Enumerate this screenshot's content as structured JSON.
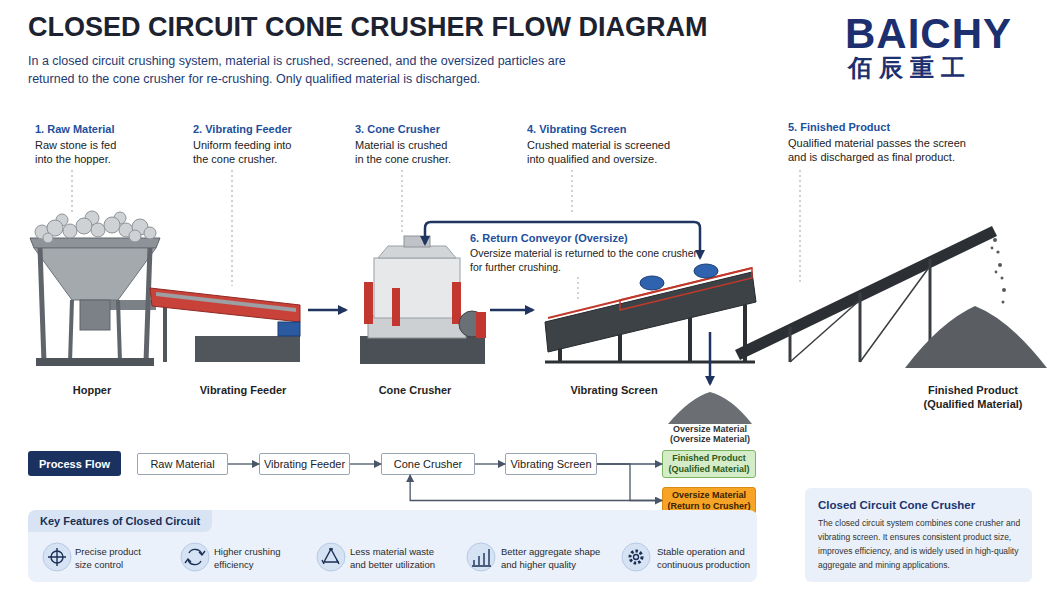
{
  "diagram": {
    "title": "CLOSED CIRCUIT CONE CRUSHER FLOW DIAGRAM",
    "caption": "In a closed circuit crushing system, material is crushed, screened, and the oversized particles are returned to the cone crusher for re-crushing. Only qualified material is discharged.",
    "nodes": [
      {
        "text": [
          "Process Flow"
        ]
      },
      {
        "text": [
          "Raw Material"
        ]
      },
      {
        "text": [
          "Vibrating Feeder"
        ]
      },
      {
        "text": [
          "Cone Crusher"
        ]
      },
      {
        "text": [
          "Vibrating Screen"
        ]
      },
      {
        "text": [
          "Finished Product (Qualified Material)"
        ]
      },
      {
        "text": [
          "Oversize Material (Return to Crusher)"
        ]
      },
      {
        "text": [
          "Key Features of Closed Circuit",
          "Precise product size control",
          "Higher crushing efficiency",
          "Less material waste and better utilization",
          "Better aggregate shape and higher quality",
          "Stable operation and continuous production"
        ]
      },
      {
        "text": [
          "Closed Circuit Cone Crusher",
          "The closed circuit system combines cone crusher and vibrating screen. It ensures consistent product size, improves efficiency, and is widely used in high-quality aggregate and mining applications."
        ]
      }
    ],
    "edges": [
      {
        "from": 1,
        "to": 2,
        "arrow": "to"
      },
      {
        "from": 2,
        "to": 3,
        "arrow": "to"
      },
      {
        "from": 3,
        "to": 4,
        "arrow": "to"
      },
      {
        "from": 4,
        "to": 5,
        "arrow": "to"
      },
      {
        "from": 4,
        "to": 6,
        "arrow": "to"
      },
      {
        "from": 6,
        "to": 3,
        "arrow": "to"
      }
    ],
    "labels": [
      "BAICHY",
      "佰辰重工",
      "1. Raw Material",
      "Raw stone is fed into the hopper.",
      "2. Vibrating Feeder",
      "Uniform feeding into the cone crusher.",
      "3. Cone Crusher",
      "Material is crushed in the cone crusher.",
      "4. Vibrating Screen",
      "Crushed material is screened into qualified and oversize.",
      "5. Finished Product",
      "Qualified material passes the screen and is discharged as final product.",
      "6. Return Conveyor (Oversize)",
      "Oversize material is returned to the cone crusher for further crushing.",
      "Hopper",
      "Vibrating Feeder",
      "Cone Crusher",
      "Vibrating Screen",
      "Finished Product (Qualified Material)",
      "Oversize Material (Oversize Material)"
    ]
  }
}
